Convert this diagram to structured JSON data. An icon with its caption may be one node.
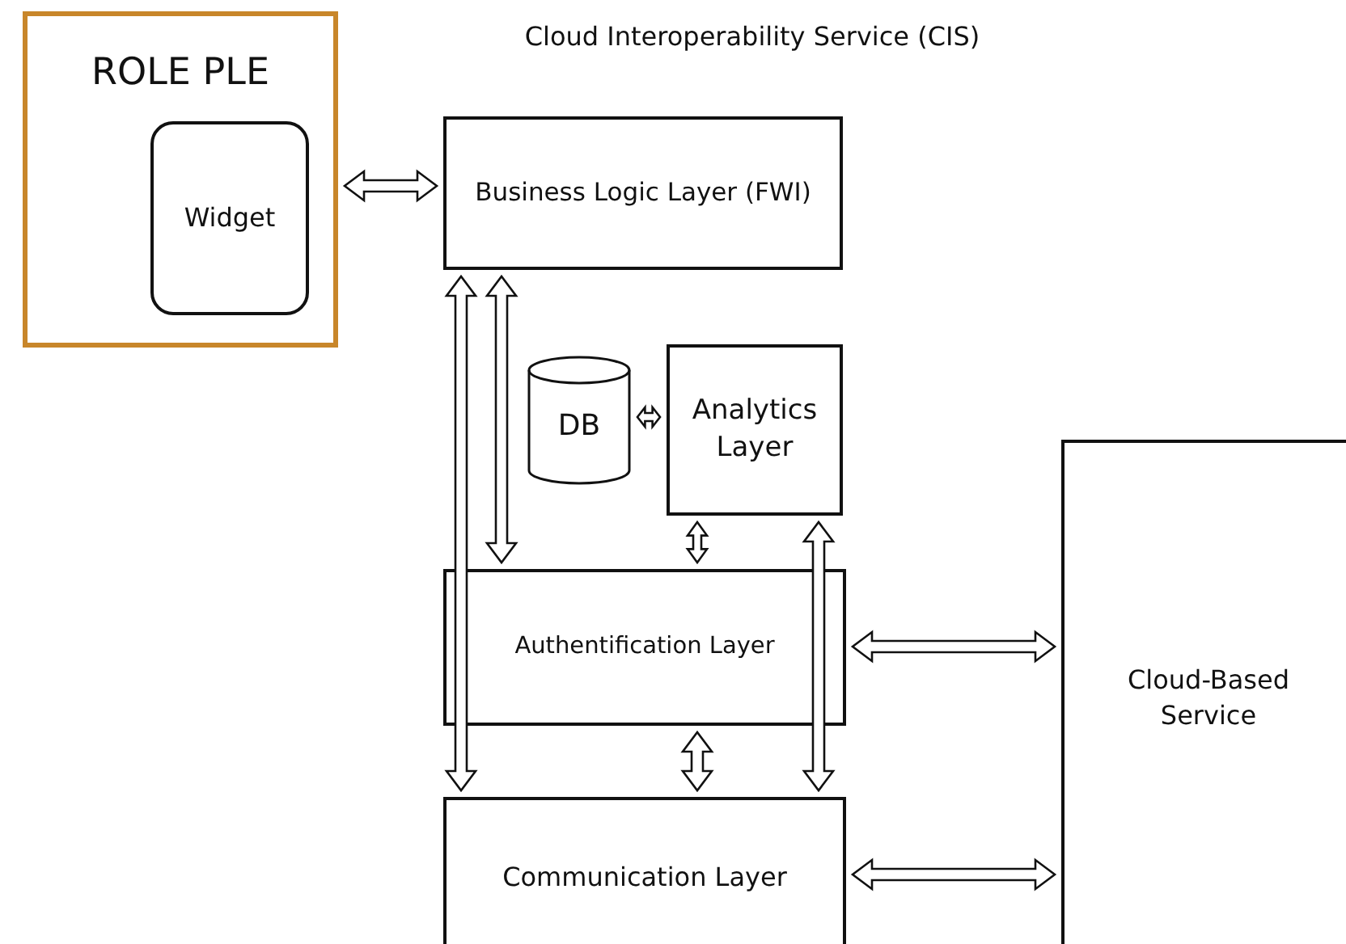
{
  "diagram": {
    "title": "Cloud Interoperability Service (CIS)",
    "nodes": [
      {
        "text": [
          "ROLE PLE"
        ]
      },
      {
        "text": [
          "Widget"
        ],
        "in": 0
      },
      {
        "text": [
          "Business Logic Layer (FWI)"
        ]
      },
      {
        "text": [
          "DB"
        ]
      },
      {
        "text": [
          "Analytics Layer"
        ]
      },
      {
        "text": [
          "Authentification Layer"
        ]
      },
      {
        "text": [
          "Communication Layer"
        ]
      },
      {
        "text": [
          "Cloud-Based Service"
        ]
      }
    ],
    "edges": [
      {
        "from": 0,
        "to": 2,
        "arrow": "both"
      },
      {
        "from": 2,
        "to": 6,
        "arrow": "both"
      },
      {
        "from": 2,
        "to": 5,
        "arrow": "both"
      },
      {
        "from": 3,
        "to": 4,
        "arrow": "both"
      },
      {
        "from": 4,
        "to": 5,
        "arrow": "both"
      },
      {
        "from": 4,
        "to": 6,
        "arrow": "both"
      },
      {
        "from": 5,
        "to": 6,
        "arrow": "both"
      },
      {
        "from": 5,
        "to": 7,
        "arrow": "both"
      },
      {
        "from": 6,
        "to": 7,
        "arrow": "both"
      }
    ]
  }
}
